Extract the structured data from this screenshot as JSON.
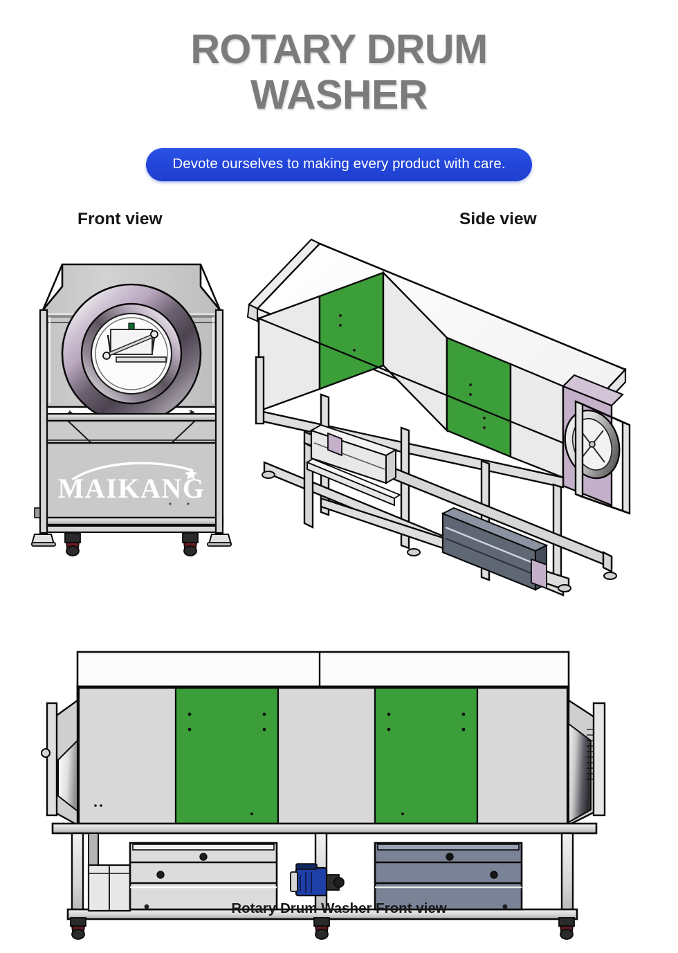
{
  "header": {
    "title_line1": "ROTARY DRUM",
    "title_line2": "WASHER",
    "tagline": "Devote ourselves to making every product with care."
  },
  "views": {
    "front_label": "Front view",
    "side_label": "Side view",
    "bottom_caption": "Rotary Drum Washer Front view"
  },
  "brand": {
    "name": "MAIKANG"
  },
  "colors": {
    "title_gray": "#7b7b7b",
    "banner_blue": "#2346da",
    "panel_green": "#3c9e38",
    "panel_gray": "#d8d8d8",
    "body_gray": "#c9c9c9",
    "drum_purple": "#c5b0ca",
    "motor_blue": "#1f3fa8",
    "box_slate": "#7a8296",
    "outline": "#0a0a0a",
    "page_bg": "#ffffff"
  }
}
